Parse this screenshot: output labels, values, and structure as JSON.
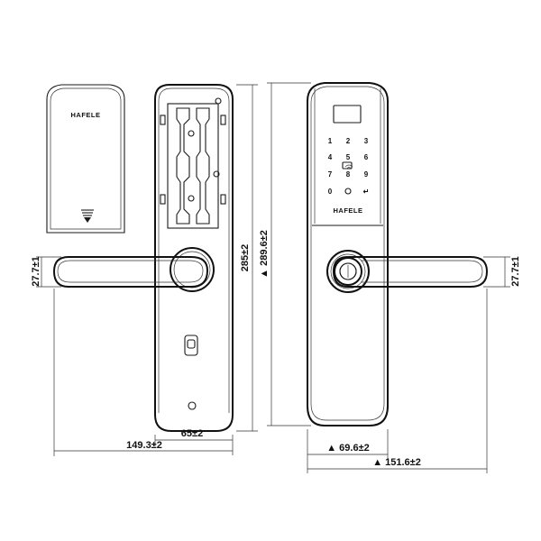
{
  "brand": "HAFELE",
  "keypad": {
    "keys": [
      "1",
      "2",
      "3",
      "4",
      "5",
      "6",
      "7",
      "8",
      "9",
      "0",
      "↵"
    ]
  },
  "dimensions": {
    "overall_width": "149.3±2",
    "inner_plate_width": "65±2",
    "inner_height": "285±2",
    "handle_thickness_left": "27.7±1",
    "front_height": "▲ 289.6±2",
    "front_plate_width": "▲ 69.6±2",
    "front_overall_width": "▲ 151.6±2",
    "handle_thickness_right": "27.7±1"
  }
}
